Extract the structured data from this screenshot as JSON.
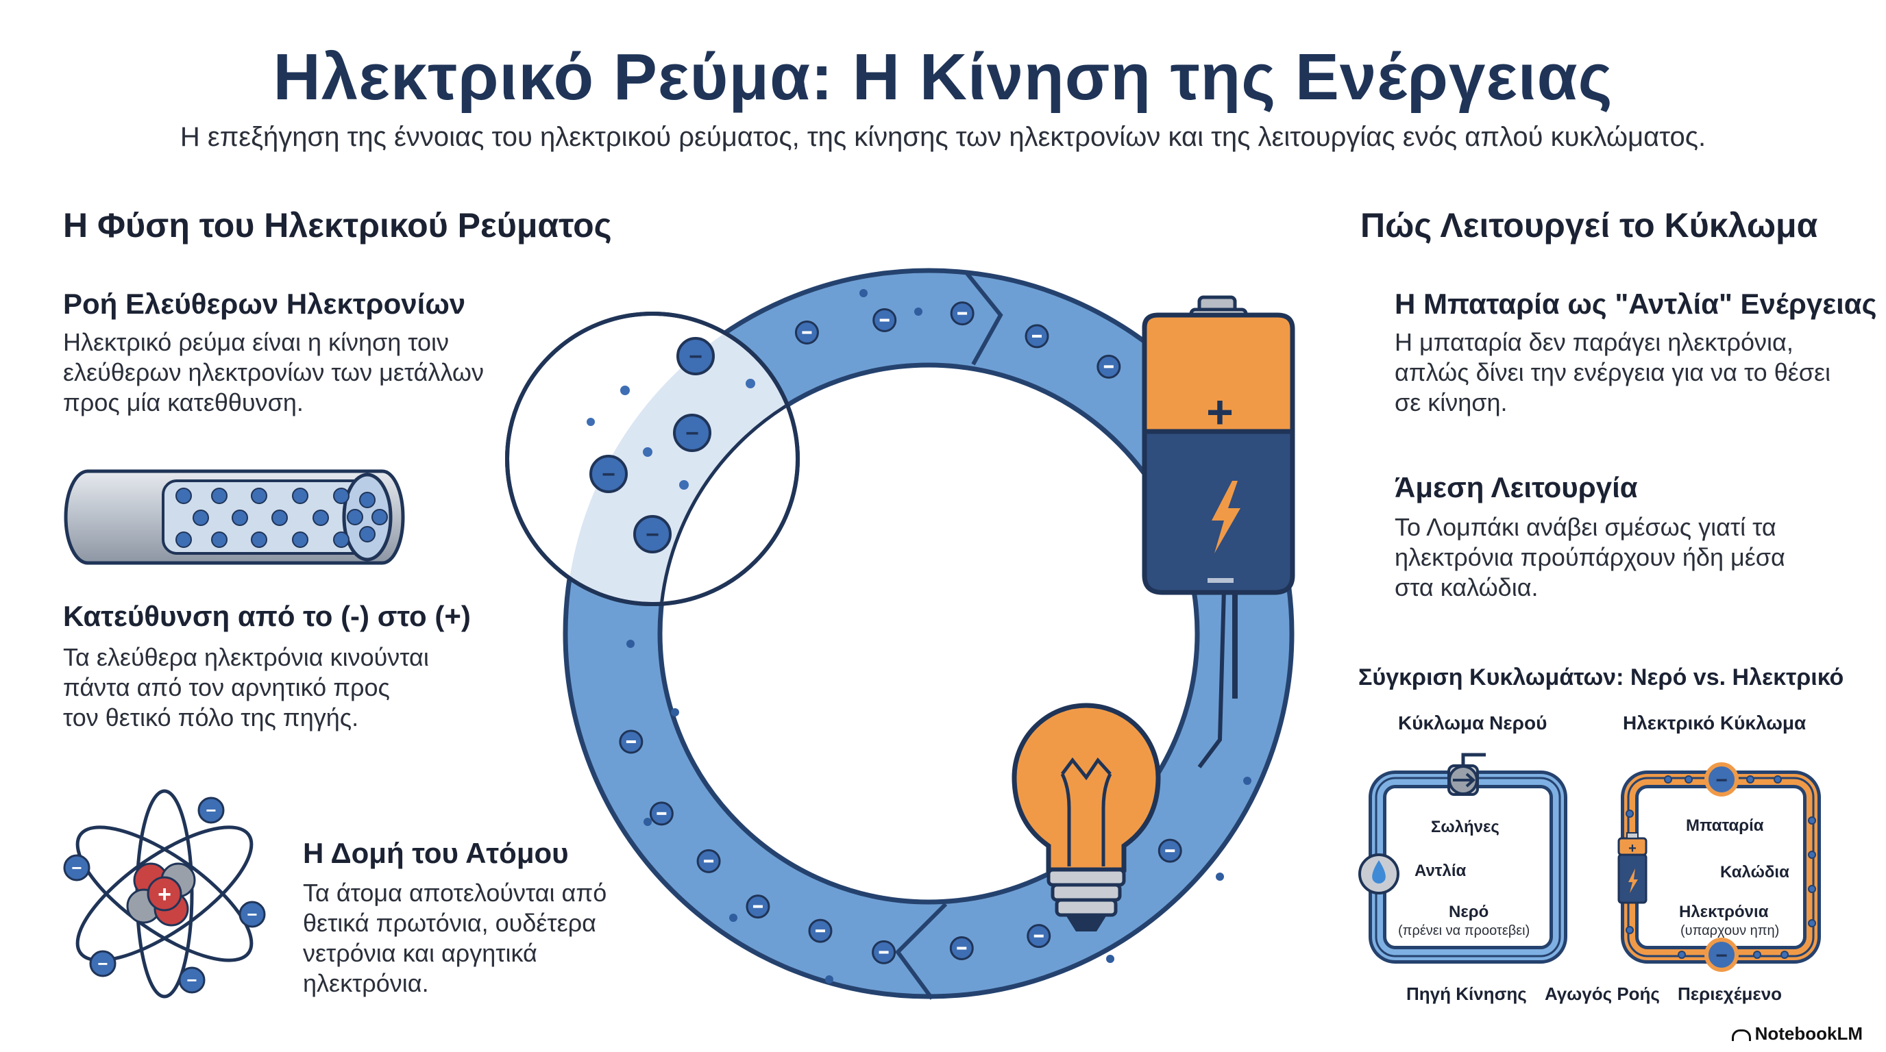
{
  "header": {
    "title": "Ηλεκτρικό Ρεύμα: Η Κίνηση της Ενέργειας",
    "subtitle": "Η επεξήγηση της έννοιας του ηλεκτρικού ρεύματος, της κίνησης των ηλεκτρονίων και της λειτουργίας ενός απλού κυκλώματος."
  },
  "left": {
    "heading": "Η Φύση του Ηλεκτρικού Ρεύματος",
    "sections": [
      {
        "title": "Ροή Ελεύθερων Ηλεκτρονίων",
        "lines": [
          "Ηλεκτρικό ρεύμα είναι η κίνηση τοιν",
          "ελεύθερων ηλεκτρονίων των μετάλλων",
          "προς μία κατεθθυνση."
        ]
      },
      {
        "title": "Κατεύθυνση από το (-) στο (+)",
        "lines": [
          "Τα ελεύθερα ηλεκτρόνια κινούνται",
          "πάντα από τον αρνητικό προς",
          "τον θετικό πόλο της πηγής."
        ]
      },
      {
        "title": "Η Δομή του Ατόμου",
        "lines": [
          "Τα άτομα αποτελούνται από",
          "θετικά πρωτόνια, ουδέτερα",
          "νετρόνια και αργητικά",
          "ηλεκτρόνια."
        ]
      }
    ]
  },
  "right": {
    "heading": "Πώς Λειτουργεί το Κύκλωμα",
    "sections": [
      {
        "title": "Η Μπαταρία ως \"Αντλία\" Ενέργειας",
        "lines": [
          "Η μπαταρία δεν παράγει ηλεκτρόνια,",
          "απλώς δίνει την ενέργεια για να το θέσει",
          "σε κίνηση."
        ]
      },
      {
        "title": "Άμεση Λειτουργία",
        "lines": [
          "Το Λομπάκι ανάβει σμέσως γιατί τα",
          "ηλεκτρόνια πρoύπάρχουν ήδη μέσα",
          "στα καλώδια."
        ]
      }
    ],
    "comparison": {
      "title": "Σύγκριση Κυκλωμάτων: Νερό vs. Ηλεκτρικό",
      "water": {
        "title": "Κύκλωμα Νερού",
        "pipes": "Σωλήνες",
        "pump": "Αντλία",
        "water": "Νερό",
        "water_note": "(πρένει να προοτεβει)"
      },
      "electric": {
        "title": "Ηλεκτρικό Κύκλωμα",
        "battery": "Μπαταρία",
        "wires": "Καλώδια",
        "electrons": "Ηλεκτρόνια",
        "electrons_note": "(υπαρχουν ηπη)"
      },
      "footer": [
        "Πηγή Κίνησης",
        "Αγωγός Ροής",
        "Περιεχέμενο"
      ]
    }
  },
  "symbols": {
    "plus": "+",
    "minus": "−"
  },
  "brand": "NotebookLM",
  "colors": {
    "ring": "#6e9fd4",
    "ring_dark": "#25426e",
    "electron": "#3e6eb4",
    "orange": "#f09a48",
    "navy": "#1f3457"
  }
}
